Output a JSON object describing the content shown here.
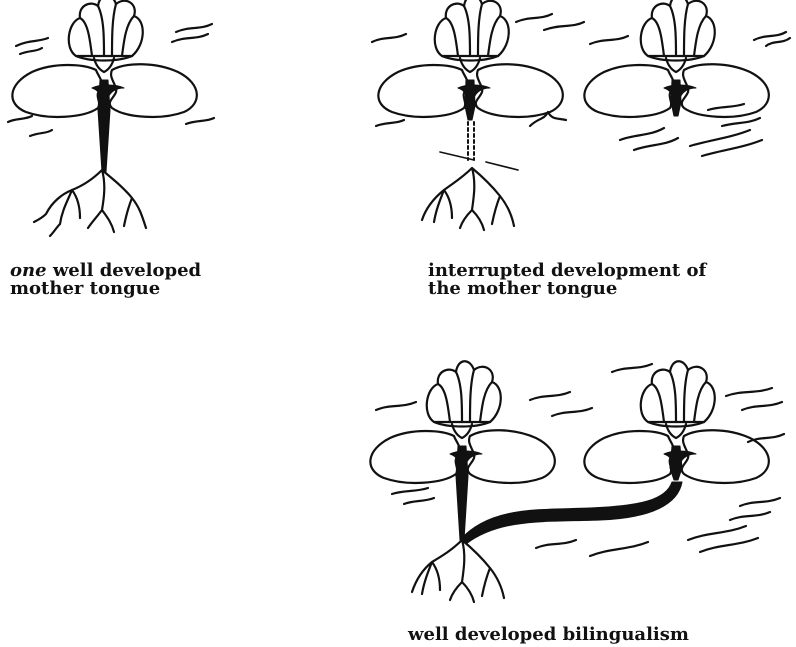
{
  "captions": {
    "one_well_developed": {
      "italic_word": "one",
      "line1_rest": " well developed",
      "line2": "mother tongue"
    },
    "interrupted": {
      "line1": "interrupted development of",
      "line2": "the mother tongue"
    },
    "bilingualism": {
      "line1": "well developed bilingualism"
    }
  },
  "colors": {
    "ink": "#111111",
    "background": "#ffffff"
  },
  "icons": [
    "water-lily-icon",
    "water-ripple-icon",
    "root-icon"
  ]
}
